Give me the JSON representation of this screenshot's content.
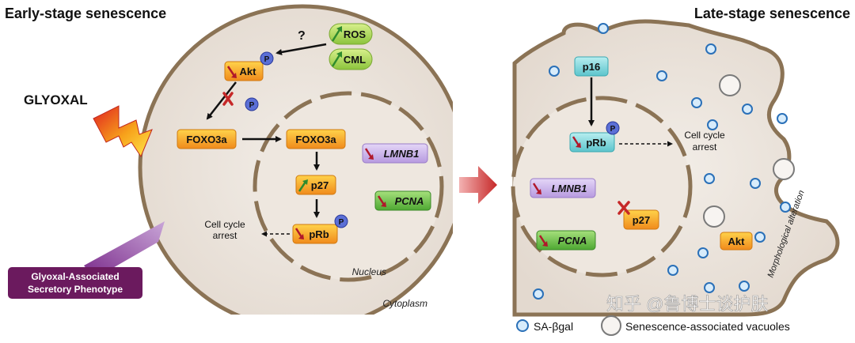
{
  "left_panel": {
    "title": "Early-stage senescence",
    "trigger": "GLYOXAL",
    "question_mark": "?",
    "phospho": "P",
    "proteins": {
      "ros": "ROS",
      "cml": "CML",
      "akt": "Akt",
      "foxo3a_cyto": "FOXO3a",
      "foxo3a_nuc": "FOXO3a",
      "p27": "p27",
      "prb": "pRb",
      "lmnb1": "LMNB1",
      "pcna": "PCNA"
    },
    "cell_cycle_arrest_line1": "Cell cycle",
    "cell_cycle_arrest_line2": "arrest",
    "nucleus_label": "Nucleus",
    "cytoplasm_label": "Cytoplasm",
    "phenotype_line1": "Glyoxal-Associated",
    "phenotype_line2": "Secretory Phenotype"
  },
  "right_panel": {
    "title": "Late-stage senescence",
    "phospho": "P",
    "proteins": {
      "p16": "p16",
      "prb": "pRb",
      "lmnb1": "LMNB1",
      "pcna": "PCNA",
      "p27": "p27",
      "akt": "Akt"
    },
    "cell_cycle_arrest_line1": "Cell cycle",
    "cell_cycle_arrest_line2": "arrest",
    "morph_label": "Morphological alteration"
  },
  "legend": {
    "sa_bgal": "SA-βgal",
    "vacuoles": "Senescence-associated vacuoles"
  },
  "watermark": "知乎 @鲁博士谈护肤",
  "colors": {
    "cell_fill": "#ebe4dc",
    "membrane": "#8b7355",
    "orange_box": "#f5a623",
    "green_box": "#a8d65a",
    "purple_box": "#c9b3e8",
    "teal_box": "#7dd3d8",
    "pcna_green": "#6cc04a",
    "phenotype_bg": "#6b1a5e",
    "p_circle": "#5b6fd6",
    "arrow_up": "#2e8b2e",
    "arrow_down": "#b0182a",
    "red_arrow": "#c62828"
  }
}
